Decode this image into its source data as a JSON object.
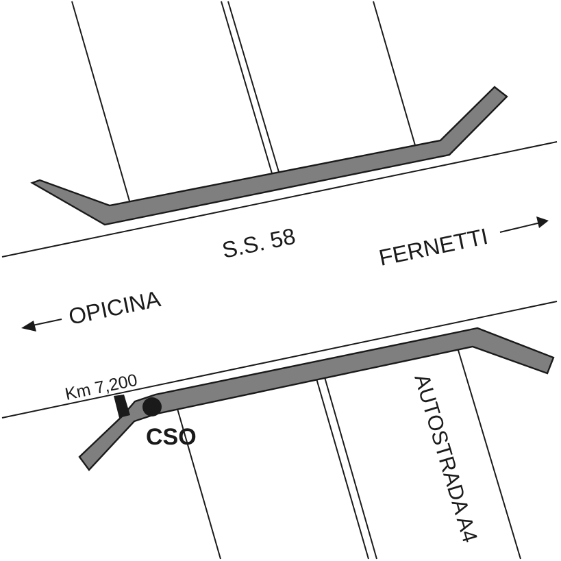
{
  "map": {
    "labels": {
      "main_road": "S.S. 58",
      "direction_east": "FERNETTI",
      "direction_west": "OPICINA",
      "kilometer_marker": "Km 7,200",
      "station": "CSO",
      "motorway": "AUTOSTRADA  A4"
    },
    "arrows": {
      "east": "arrow-right-icon",
      "west": "arrow-left-icon"
    },
    "colors": {
      "line": "#1a1a1a",
      "band_fill": "#7f7f7f",
      "background": "#ffffff"
    }
  }
}
